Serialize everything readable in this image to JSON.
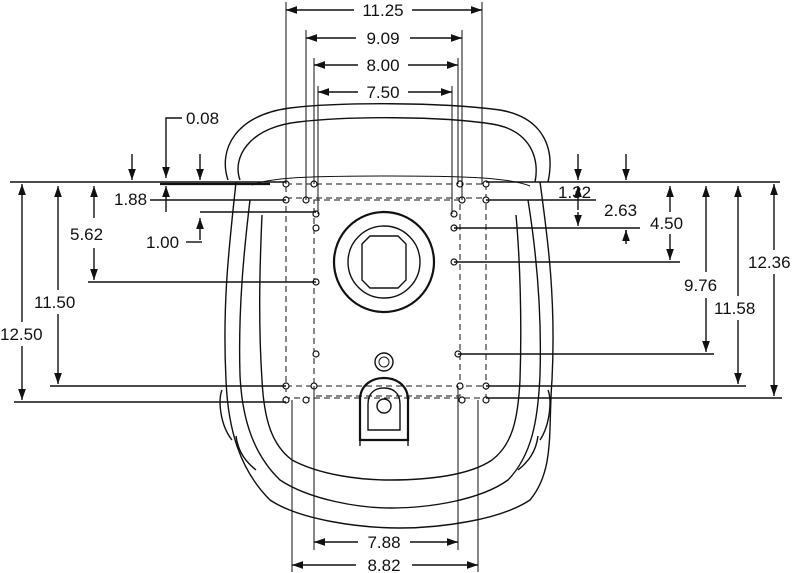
{
  "diagram": {
    "dimensions": {
      "top_width_outer": "11.25",
      "top_width_2": "9.09",
      "top_width_3": "8.00",
      "top_width_4": "7.50",
      "offset_small": "0.08",
      "left_188": "1.88",
      "left_562": "5.62",
      "left_100": "1.00",
      "left_1150": "11.50",
      "left_1250": "12.50",
      "right_132": "1.32",
      "right_263": "2.63",
      "right_450": "4.50",
      "right_976": "9.76",
      "right_1158": "11.58",
      "right_1236": "12.36",
      "bottom_788": "7.88",
      "bottom_882": "8.82"
    }
  }
}
